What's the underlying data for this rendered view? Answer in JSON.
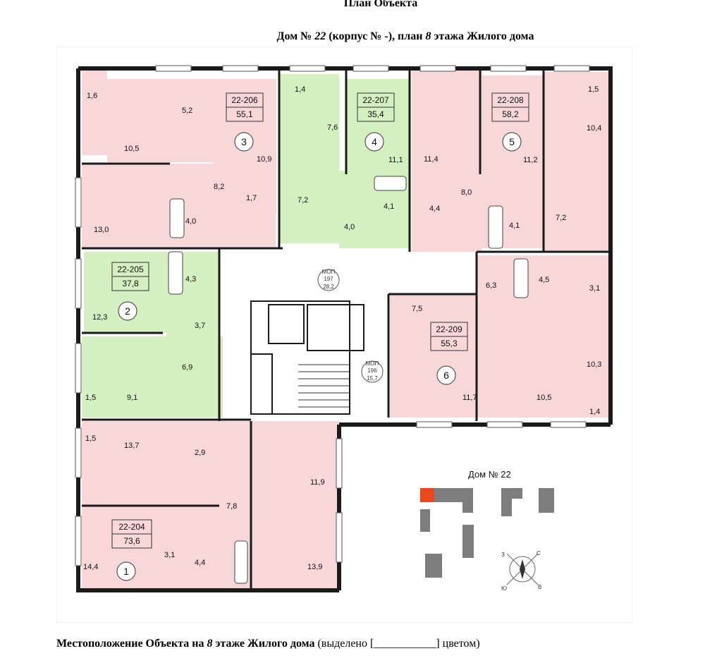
{
  "header": {
    "title": "План Объекта",
    "subtitle_parts": [
      "Дом № ",
      "22",
      " (корпус № -), план ",
      "8",
      " этажа Жилого дома"
    ]
  },
  "footer": {
    "parts": [
      "Местоположение Объекта на ",
      "8",
      " этаже Жилого дома",
      " (выделено [",
      "___________",
      "] цветом)"
    ]
  },
  "colors": {
    "pink": "#f8d7d9",
    "green": "#d4efc0",
    "wall": "#1a1a1a",
    "highlight": "#e8481b",
    "building": "#7d7d7d"
  },
  "apartments": [
    {
      "code": "22-204",
      "area": "73,6",
      "num": "1"
    },
    {
      "code": "22-205",
      "area": "37,8",
      "num": "2"
    },
    {
      "code": "22-206",
      "area": "55,1",
      "num": "3"
    },
    {
      "code": "22-207",
      "area": "35,4",
      "num": "4"
    },
    {
      "code": "22-208",
      "area": "58,2",
      "num": "5"
    },
    {
      "code": "22-209",
      "area": "55,3",
      "num": "6"
    }
  ],
  "mop": [
    {
      "label": "МОП",
      "code": "197",
      "area": "28,2"
    },
    {
      "label": "МОП",
      "code": "196",
      "area": "15,7"
    }
  ],
  "room_areas": [
    "1,6",
    "10,5",
    "5,2",
    "10,9",
    "8,2",
    "1,7",
    "13,0",
    "4,0",
    "1,4",
    "7,6",
    "7,2",
    "4,0",
    "11,1",
    "4,1",
    "11,4",
    "4,4",
    "8,0",
    "4,1",
    "11,2",
    "1,5",
    "10,4",
    "7,2",
    "12,3",
    "4,3",
    "3,7",
    "6,9",
    "9,1",
    "1,5",
    "6,3",
    "4,5",
    "3,1",
    "7,5",
    "11,7",
    "10,5",
    "10,3",
    "1,4",
    "1,5",
    "13,7",
    "2,9",
    "11,9",
    "7,8",
    "14,4",
    "3,1",
    "4,4",
    "13,9"
  ],
  "map": {
    "title": "Дом № 22",
    "compass": [
      "С",
      "В",
      "Ю",
      "З"
    ]
  }
}
